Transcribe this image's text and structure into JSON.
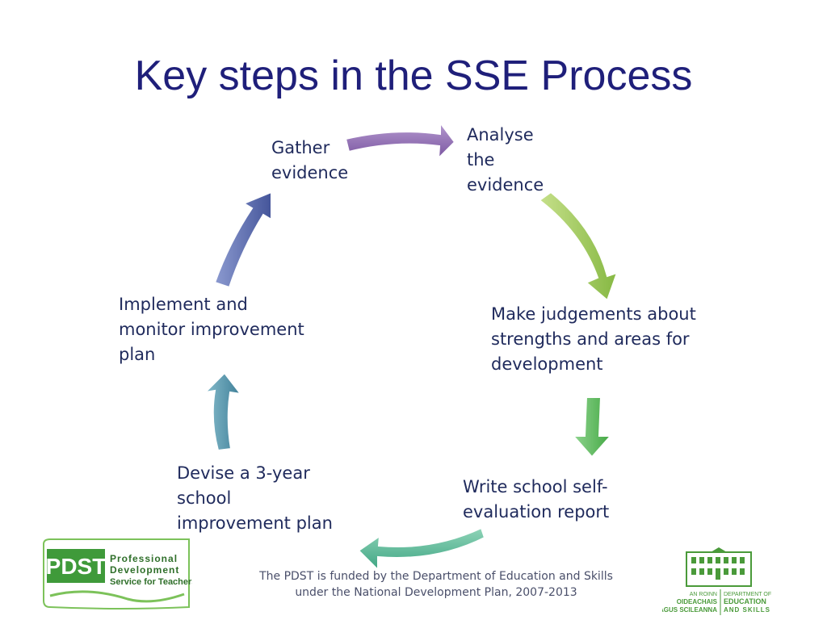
{
  "title": "Key steps in the SSE Process",
  "steps": {
    "gather": "Gather\nevidence",
    "analyse": "Analyse\nthe\nevidence",
    "judge": "Make judgements about\nstrengths and areas for\ndevelopment",
    "report": "Write school self-\nevaluation report",
    "devise": "Devise a 3-year\nschool\nimprovement plan",
    "implement": "Implement and\nmonitor improvement\nplan"
  },
  "footer": {
    "line1": "The PDST is funded by the Department of Education and Skills",
    "line2": "under the National Development Plan, 2007-2013"
  },
  "logos": {
    "pdst": {
      "abbr": "PDST",
      "line1": "Professional",
      "line2": "Development",
      "line3": "Service for Teachers"
    },
    "dept": {
      "ga1": "AN ROINN",
      "ga2": "OIDEACHAIS",
      "ga3": "AGUS SCILEANNA",
      "en1": "DEPARTMENT OF",
      "en2": "EDUCATION",
      "en3": "AND SKILLS"
    }
  },
  "colors": {
    "title": "#1f1f7a",
    "arrow_purple": "#8e6bb0",
    "arrow_lightgreen": "#9fcb57",
    "arrow_green": "#5cb85c",
    "arrow_teal": "#5cb89a",
    "arrow_blueteal": "#4f8fa8",
    "arrow_blue": "#5566a8",
    "logo_green": "#4a9a3a"
  }
}
